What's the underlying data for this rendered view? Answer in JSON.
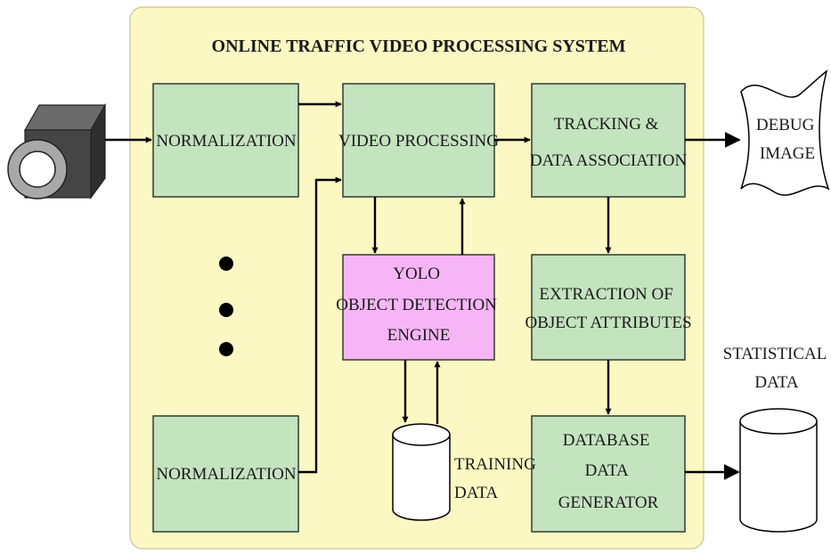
{
  "title": "ONLINE TRAFFIC VIDEO PROCESSING SYSTEM",
  "blocks": {
    "normalization_top": [
      "NORMALIZATION"
    ],
    "normalization_bottom": [
      "NORMALIZATION"
    ],
    "video_processing": [
      "VIDEO PROCESSING"
    ],
    "tracking": [
      "TRACKING &",
      "DATA ASSOCIATION"
    ],
    "yolo": [
      "YOLO",
      "OBJECT DETECTION",
      "ENGINE"
    ],
    "extraction": [
      "EXTRACTION OF",
      "OBJECT ATTRIBUTES"
    ],
    "database": [
      "DATABASE",
      "DATA",
      "GENERATOR"
    ]
  },
  "outputs": {
    "debug_image": [
      "DEBUG",
      "IMAGE"
    ],
    "statistical_data": [
      "STATISTICAL",
      "DATA"
    ],
    "training_data": [
      "TRAINING",
      "DATA"
    ]
  },
  "colors": {
    "system_background": "#fbf8c3",
    "process_box": "#c4e3bf",
    "detection_box": "#f6b6f6",
    "camera_body": "#454545",
    "camera_lens": "#a8a8a8"
  },
  "icons": {
    "input": "camera-icon",
    "ellipsis": "vertical-ellipsis-icon"
  }
}
